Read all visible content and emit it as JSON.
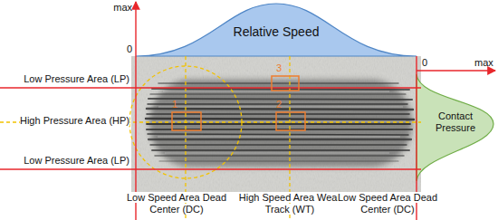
{
  "diagram": {
    "labels": [
      "max",
      "0",
      "Relative Speed",
      "0",
      "max",
      "Low Pressure Area (LP)",
      "High Pressure Area (HP)",
      "Low Pressure Area (LP)",
      "Contact Pressure",
      "1",
      "2",
      "3",
      "Low Speed Area Dead Center (DC)",
      "High Speed Area Wear Track (WT)",
      "Low Speed Area Dead Center (DC)"
    ]
  }
}
